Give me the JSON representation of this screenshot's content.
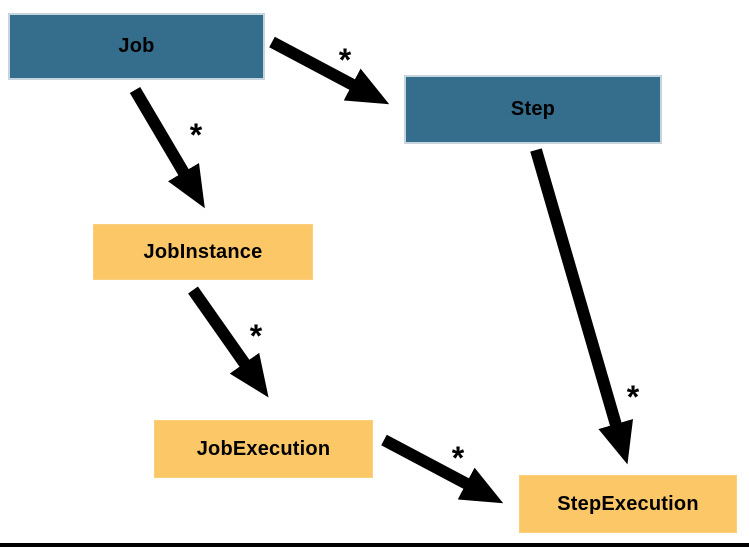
{
  "diagram": {
    "type": "uml-domain-model",
    "colors": {
      "background": "#ffffff",
      "blue_node_fill": "#356e8d",
      "blue_node_border": "#c6d4dd",
      "yellow_node_fill": "#fbc767",
      "node_text": "#000000",
      "arrow": "#000000",
      "bottom_rule": "#000000"
    },
    "nodes": [
      {
        "id": "job",
        "label": "Job",
        "style": "blue"
      },
      {
        "id": "step",
        "label": "Step",
        "style": "blue"
      },
      {
        "id": "job-instance",
        "label": "JobInstance",
        "style": "yellow"
      },
      {
        "id": "job-execution",
        "label": "JobExecution",
        "style": "yellow"
      },
      {
        "id": "step-execution",
        "label": "StepExecution",
        "style": "yellow"
      }
    ],
    "edges": [
      {
        "from": "Job",
        "to": "Step",
        "label": "*"
      },
      {
        "from": "Job",
        "to": "JobInstance",
        "label": "*"
      },
      {
        "from": "JobInstance",
        "to": "JobExecution",
        "label": "*"
      },
      {
        "from": "JobExecution",
        "to": "StepExecution",
        "label": "*"
      },
      {
        "from": "Step",
        "to": "StepExecution",
        "label": "*"
      }
    ]
  }
}
